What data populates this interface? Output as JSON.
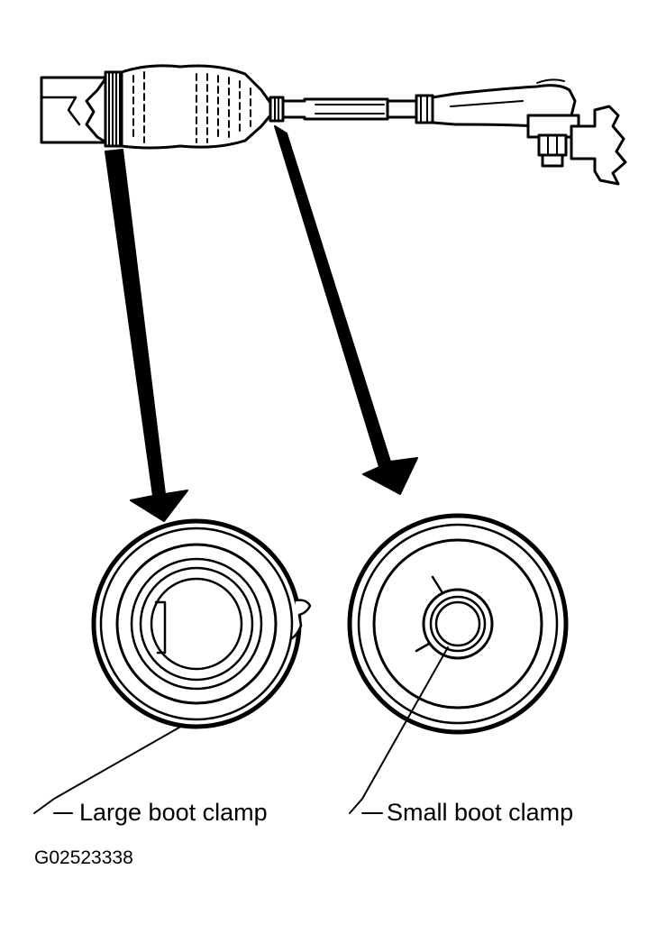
{
  "labels": {
    "large_boot_clamp": "Large boot clamp",
    "small_boot_clamp": "Small boot clamp"
  },
  "figure_id": "G02523338",
  "colors": {
    "ink": "#000000",
    "paper": "#ffffff"
  }
}
